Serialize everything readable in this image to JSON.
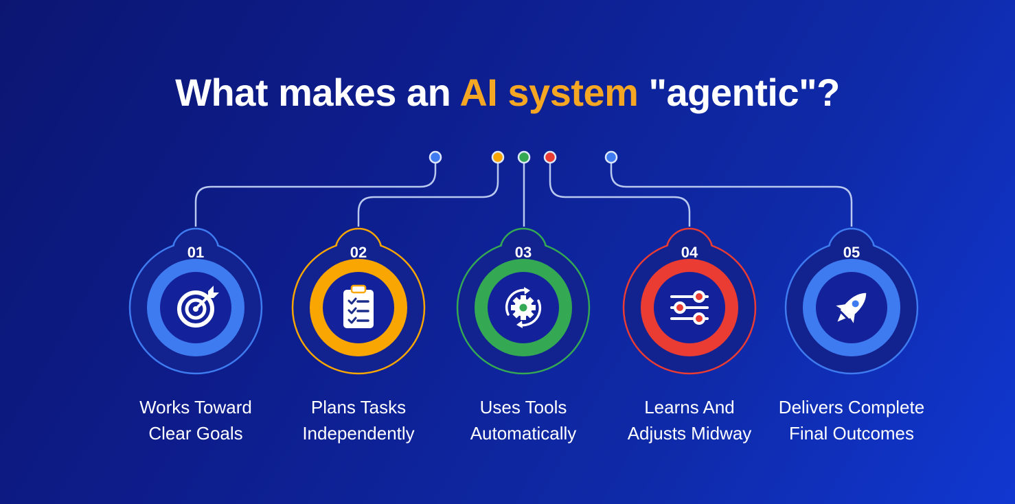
{
  "title": {
    "before": "What makes an ",
    "highlight": "AI system",
    "after": " \"agentic\"?"
  },
  "colors": {
    "blue": "#3f7bf0",
    "orange": "#f9a602",
    "green": "#34a853",
    "red": "#ea3c33",
    "connector": "#b9c8ee",
    "highlight": "#f5a623"
  },
  "steps": [
    {
      "number": "01",
      "line1": "Works Toward",
      "line2": "Clear Goals",
      "icon": "target-icon",
      "color": "blue"
    },
    {
      "number": "02",
      "line1": "Plans Tasks",
      "line2": "Independently",
      "icon": "clipboard-checklist-icon",
      "color": "orange"
    },
    {
      "number": "03",
      "line1": "Uses Tools",
      "line2": "Automatically",
      "icon": "gear-cycle-icon",
      "color": "green"
    },
    {
      "number": "04",
      "line1": "Learns And",
      "line2": "Adjusts Midway",
      "icon": "sliders-icon",
      "color": "red"
    },
    {
      "number": "05",
      "line1": "Delivers Complete",
      "line2": "Final Outcomes",
      "icon": "rocket-icon",
      "color": "blue"
    }
  ]
}
